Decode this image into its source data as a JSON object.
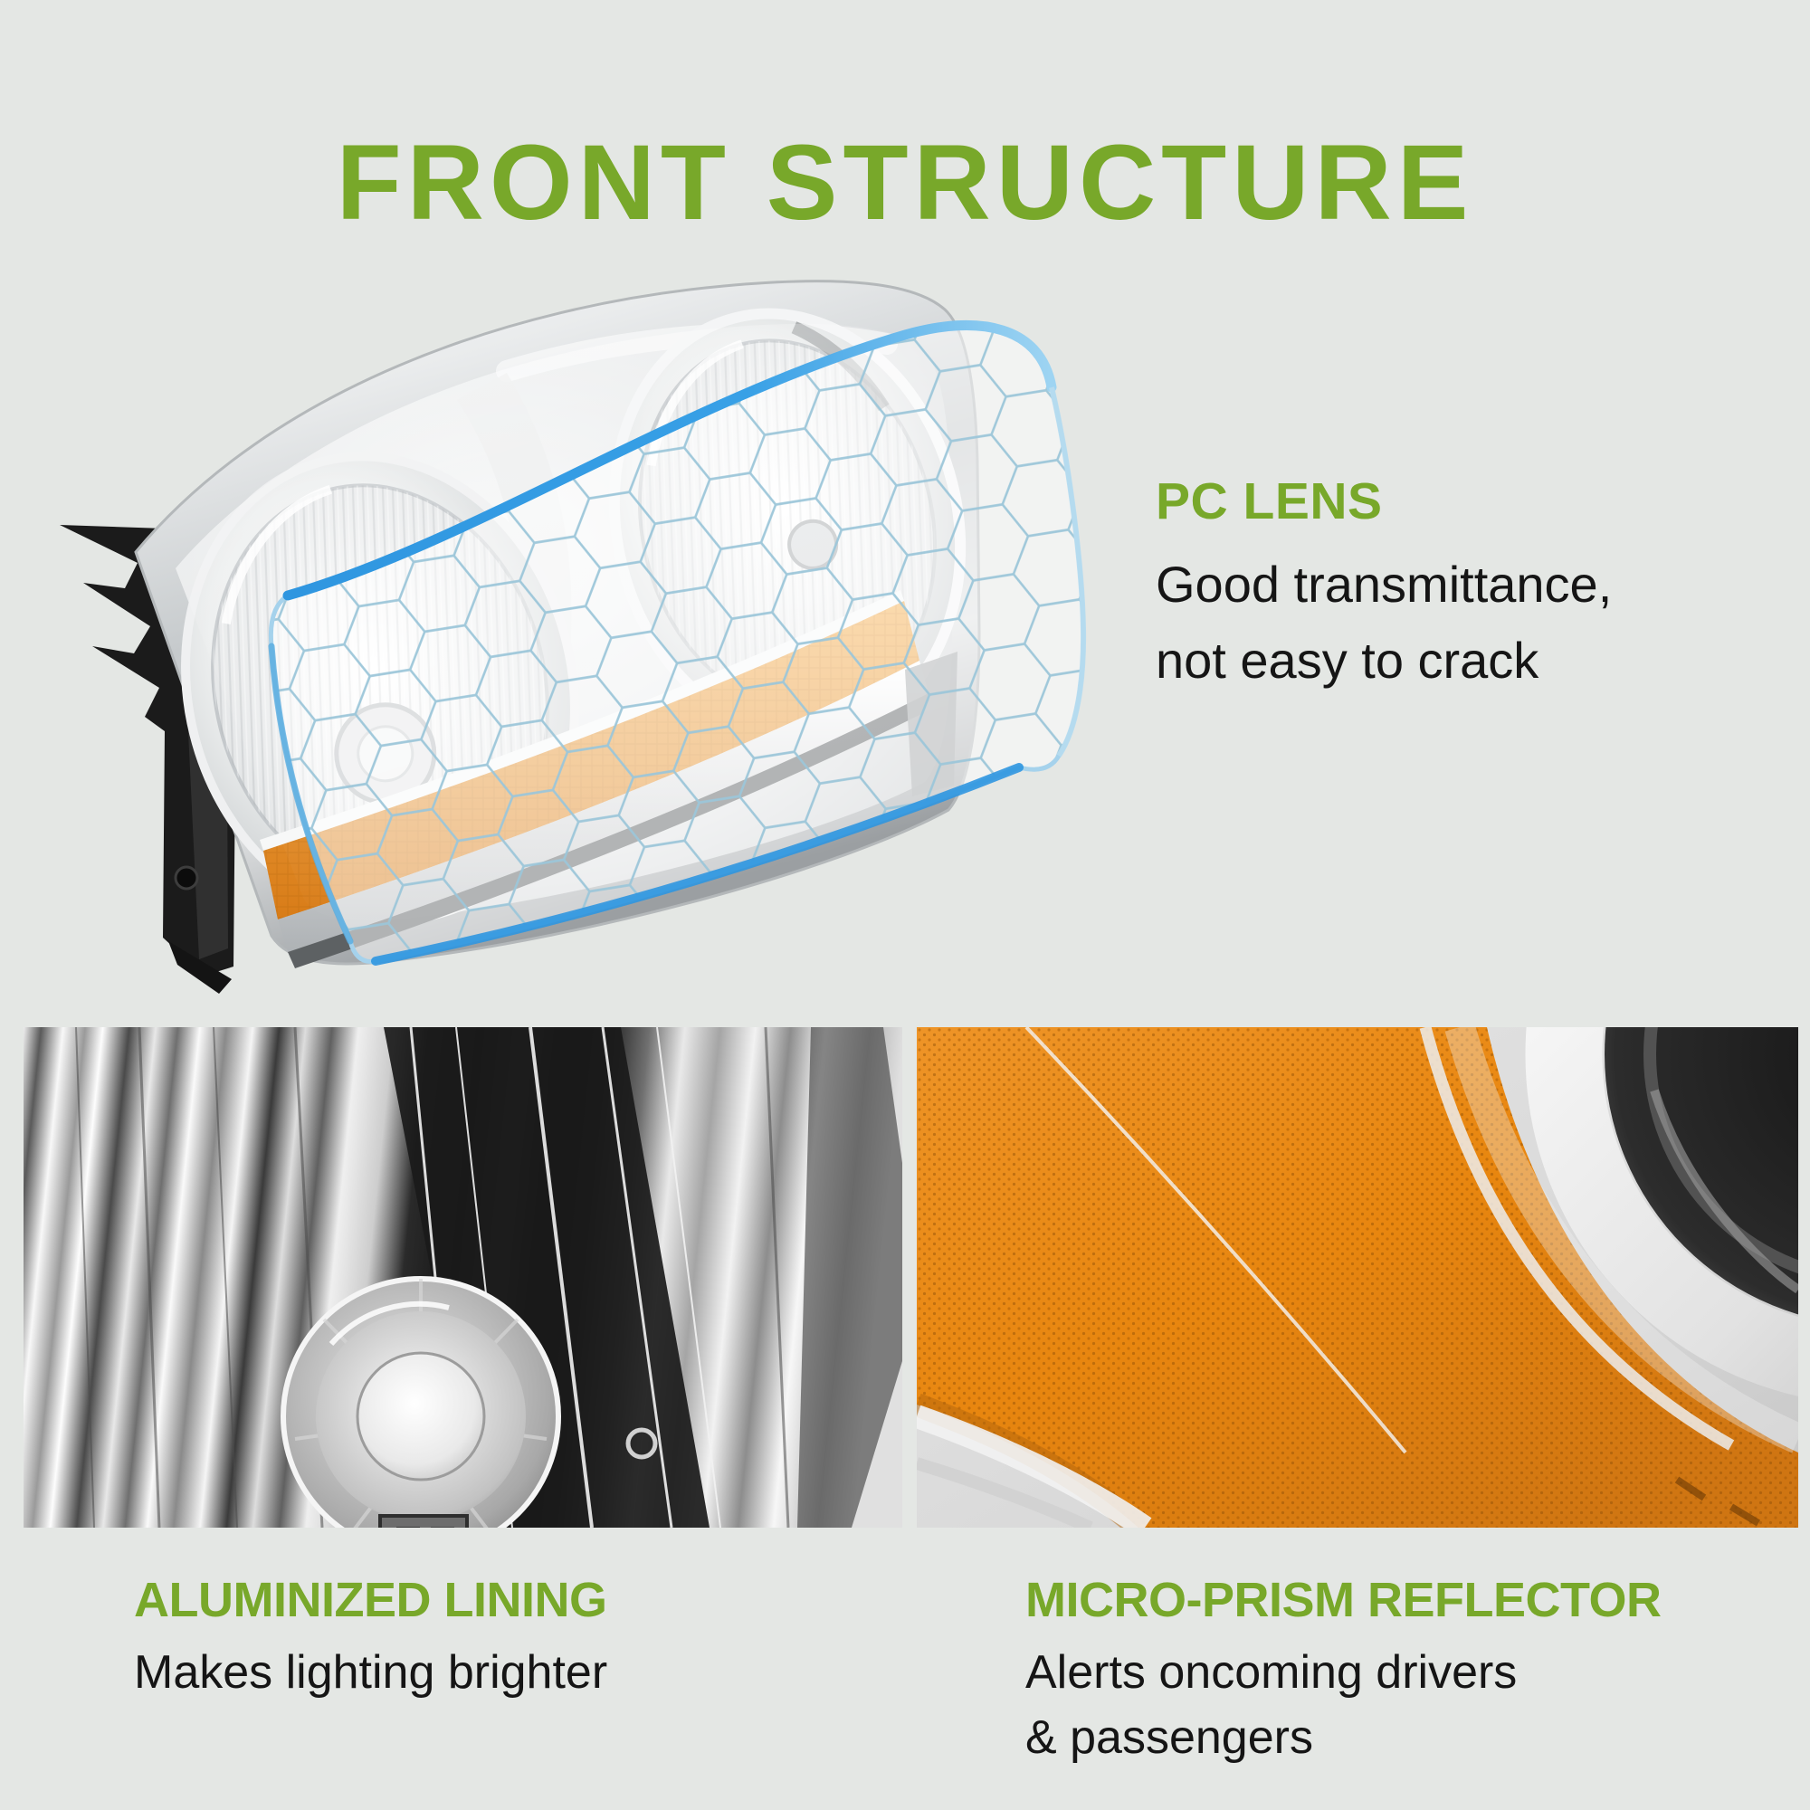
{
  "title": "FRONT STRUCTURE",
  "colors": {
    "background": "#e4e7e4",
    "accent_green": "#78a82a",
    "body_text": "#151515",
    "amber_reflector": "#ef9a33",
    "lens_edge_blue": "#2f96e0",
    "honeycomb_line_blue": "#9cc6d9"
  },
  "hero": {
    "illustration": "chrome-headlight-with-honeycomb-pc-lens-sheet",
    "callout": {
      "heading": "PC LENS",
      "line1": "Good transmittance,",
      "line2": "not easy to crack"
    }
  },
  "features": [
    {
      "image": "aluminized-lining-closeup",
      "heading": "ALUMINIZED LINING",
      "line1": "Makes lighting brighter",
      "line2": ""
    },
    {
      "image": "micro-prism-reflector-closeup",
      "heading": "MICRO-PRISM REFLECTOR",
      "line1": "Alerts oncoming drivers",
      "line2": "& passengers"
    }
  ]
}
